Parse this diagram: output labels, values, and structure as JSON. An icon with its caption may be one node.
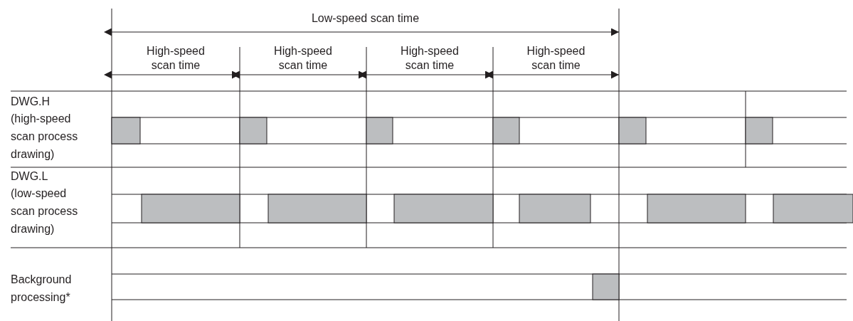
{
  "diagram": {
    "labels": [
      "Low-speed scan time",
      "High-speed scan time",
      "High-speed scan time",
      "High-speed scan time",
      "High-speed scan time",
      "DWG.H",
      "(high-speed scan process drawing)",
      "DWG.L",
      "(low-speed scan process drawing)",
      "Background processing*"
    ]
  }
}
